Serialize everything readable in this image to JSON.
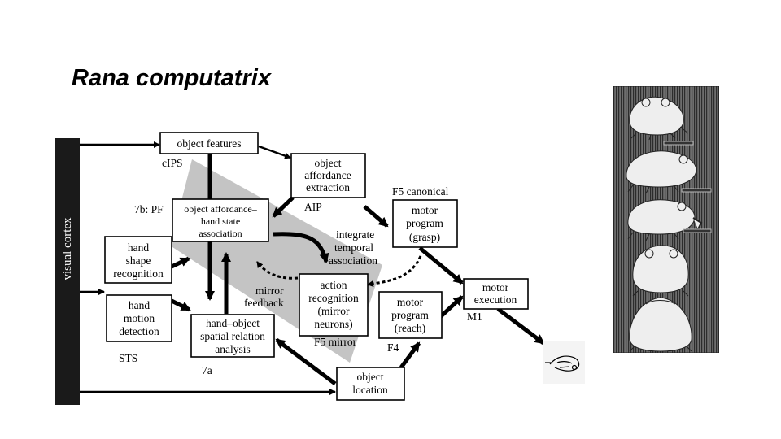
{
  "slide": {
    "title": "Rana computatrix"
  },
  "diagram": {
    "visual_cortex": "visual cortex",
    "boxes": {
      "object_features": [
        "object features"
      ],
      "affordance_extraction": [
        "object",
        "affordance",
        "extraction"
      ],
      "affordance_hand_state": [
        "object affordance–",
        "hand state",
        "association"
      ],
      "hand_shape": [
        "hand",
        "shape",
        "recognition"
      ],
      "hand_motion": [
        "hand",
        "motion",
        "detection"
      ],
      "spatial_relation": [
        "hand–object",
        "spatial relation",
        "analysis"
      ],
      "action_recognition": [
        "action",
        "recognition",
        "(mirror",
        "neurons)"
      ],
      "motor_grasp": [
        "motor",
        "program",
        "(grasp)"
      ],
      "motor_reach": [
        "motor",
        "program",
        "(reach)"
      ],
      "motor_execution": [
        "motor",
        "execution"
      ],
      "object_location": [
        "object",
        "location"
      ]
    },
    "labels": {
      "cips": "cIPS",
      "pf": "7b: PF",
      "aip": "AIP",
      "f5_canonical": "F5 canonical",
      "integrate": [
        "integrate",
        "temporal",
        "association"
      ],
      "mirror_feedback": [
        "mirror",
        "feedback"
      ],
      "sts": "STS",
      "area_7a": "7a",
      "f5_mirror": "F5 mirror",
      "f4": "F4",
      "m1": "M1"
    }
  },
  "images": {
    "hand": "hand-grasp-sketch",
    "toads": "toad-prey-catching-sequence"
  }
}
